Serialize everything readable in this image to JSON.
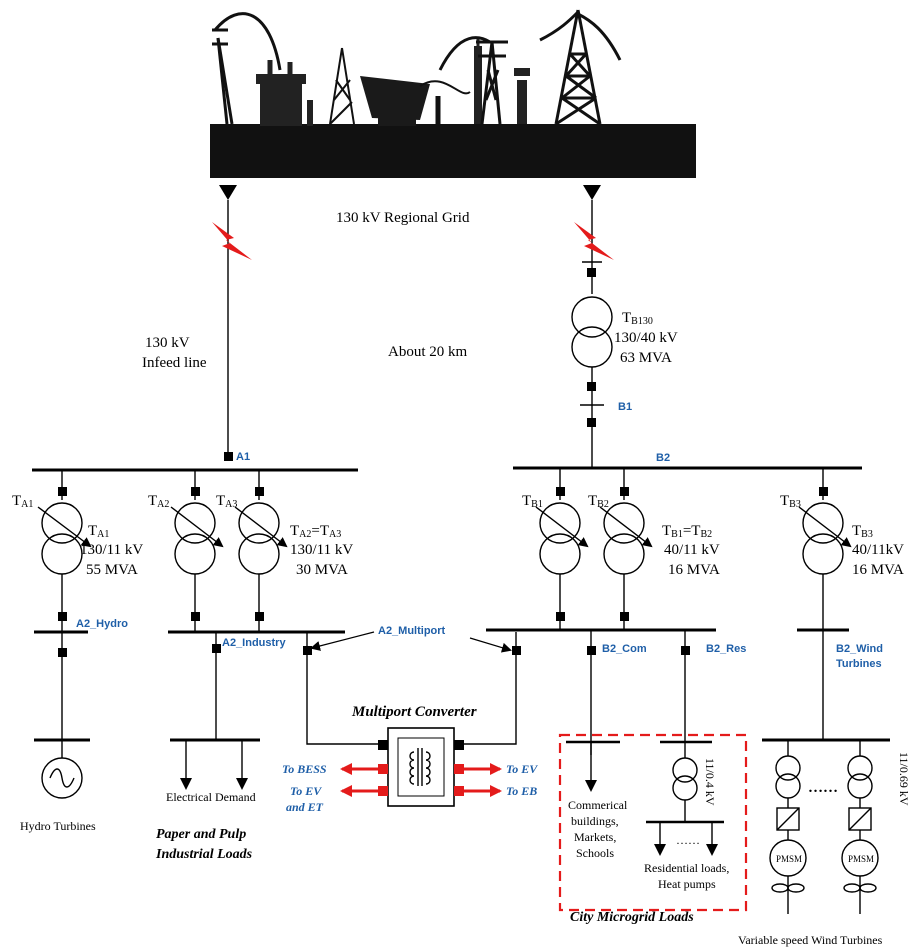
{
  "grid": {
    "label": "130 kV Regional Grid",
    "distance": "About 20 km",
    "infeed_line_1": "130 kV",
    "infeed_line_2": "Infeed line"
  },
  "buses": {
    "A1": "A1",
    "B1": "B1",
    "B2": "B2",
    "A2_Hydro": "A2_Hydro",
    "A2_Industry": "A2_Industry",
    "A2_Multiport": "A2_Multiport",
    "B2_Com": "B2_Com",
    "B2_Res": "B2_Res",
    "B2_Wind_1": "B2_Wind",
    "B2_Wind_2": "Turbines"
  },
  "transformers": {
    "TB130": {
      "name": "T",
      "sub": "B130",
      "ratio": "130/40 kV",
      "rating": "63 MVA"
    },
    "TA1": {
      "name": "T",
      "sub": "A1",
      "label_name": "T",
      "label_sub": "A1",
      "ratio": "130/11 kV",
      "rating": "55 MVA"
    },
    "TA2": {
      "name": "T",
      "sub": "A2"
    },
    "TA3": {
      "name": "T",
      "sub": "A3",
      "label": "=T",
      "label_a": "T",
      "label_a_sub": "A2",
      "label_b_sub": "A3",
      "ratio": "130/11 kV",
      "rating": "30 MVA"
    },
    "TB1": {
      "name": "T",
      "sub": "B1"
    },
    "TB2": {
      "name": "T",
      "sub": "B2",
      "label_a": "T",
      "label_a_sub": "B1",
      "label_eq": "=T",
      "label_b_sub": "B2",
      "ratio": "40/11 kV",
      "rating": "16 MVA"
    },
    "TB3": {
      "name": "T",
      "sub": "B3",
      "label_name": "T",
      "label_sub": "B3",
      "ratio": "40/11kV",
      "rating": "16 MVA"
    },
    "res_tx": "11/0.4 kV",
    "wind_tx": "11/0.69 kV"
  },
  "converter": {
    "title": "Multiport Converter",
    "to_bess": "To BESS",
    "to_ev_et_1": "To EV",
    "to_ev_et_2": "and ET",
    "to_ev": "To EV",
    "to_eb": "To EB"
  },
  "loads": {
    "hydro": "Hydro Turbines",
    "electrical_demand": "Electrical Demand",
    "paper_1": "Paper and Pulp",
    "paper_2": "Industrial Loads",
    "commercial_1": "Commerical",
    "commercial_2": "buildings,",
    "commercial_3": "Markets,",
    "commercial_4": "Schools",
    "res_dots": "……",
    "residential_1": "Residential loads,",
    "residential_2": "Heat pumps",
    "city_microgrid": "City Microgrid Loads",
    "wind_dots": "……",
    "pmsm": "PMSM",
    "wind_turbines": "Variable speed Wind Turbines"
  },
  "colors": {
    "bus_label": "#1f5fa8",
    "fault": "#e41b1b",
    "arrow": "#e41b1b",
    "microgrid_box": "#e41b1b"
  }
}
